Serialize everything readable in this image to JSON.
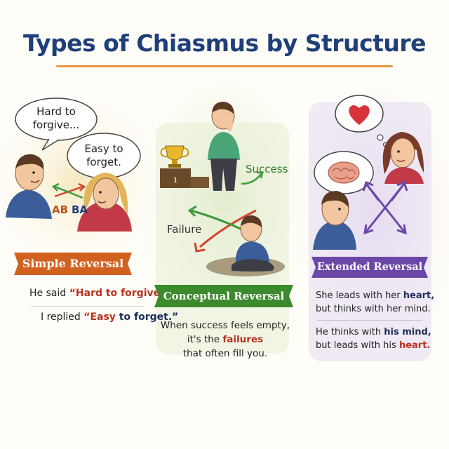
{
  "title": "Types of Chiasmus by Structure",
  "colors": {
    "title": "#1f3f79",
    "underline": "#e59a3a",
    "simple_banner": "#d0611f",
    "conceptual_banner": "#3c8a2e",
    "extended_banner": "#6b48a8",
    "highlight_red": "#b8321e",
    "arrow_green": "#3c9a3c",
    "arrow_red": "#d2452b",
    "arrow_purple": "#6b48a8"
  },
  "simple": {
    "bubble_1": "Hard to forgive...",
    "bubble_2": "Easy to forget.",
    "ab": "AB",
    "ba": "BA",
    "banner": "Simple Reversal",
    "line1_prefix": "He said ",
    "line1_quote": "“Hard to forgive...”",
    "line2_prefix": "I replied ",
    "line2_quote_a": "“Easy",
    "line2_quote_b": " to forget.”"
  },
  "conceptual": {
    "success_label": "Success",
    "failure_label": "Failure",
    "banner": "Conceptual Reversal",
    "line1": "When success feels empty,",
    "line2_prefix": "it's the ",
    "line2_highlight": "failures",
    "line3": "that often fill you."
  },
  "extended": {
    "banner": "Extended Reversal",
    "s1_line1_prefix": "She leads with her ",
    "s1_line1_highlight": "heart,",
    "s1_line2": "but thinks with her mind.",
    "s2_line1_prefix": "He thinks with ",
    "s2_line1_highlight": "his mind,",
    "s2_line2_prefix": "but leads with his ",
    "s2_line2_highlight": "heart."
  },
  "icons": [
    "speech-bubble-icon",
    "trophy-icon",
    "heart-icon",
    "brain-icon",
    "thought-bubble-icon",
    "cross-arrows-icon"
  ]
}
